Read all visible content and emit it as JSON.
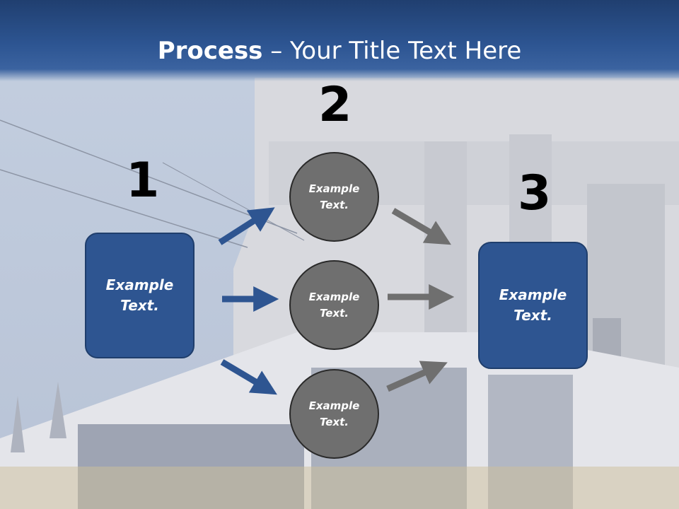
{
  "title": {
    "bold": "Process",
    "rest": " – Your Title Text Here"
  },
  "steps": {
    "n1": "1",
    "n2": "2",
    "n3": "3"
  },
  "left_box": {
    "text": "Example\nText."
  },
  "right_box": {
    "text": "Example\nText."
  },
  "circles": [
    {
      "text": "Example\nText."
    },
    {
      "text": "Example\nText."
    },
    {
      "text": "Example\nText."
    }
  ],
  "colors": {
    "header": "#2d5592",
    "box": "#2e5591",
    "circle": "#6f6f6f",
    "arrow_blue": "#2e5591",
    "arrow_gray": "#6f6f6f"
  }
}
